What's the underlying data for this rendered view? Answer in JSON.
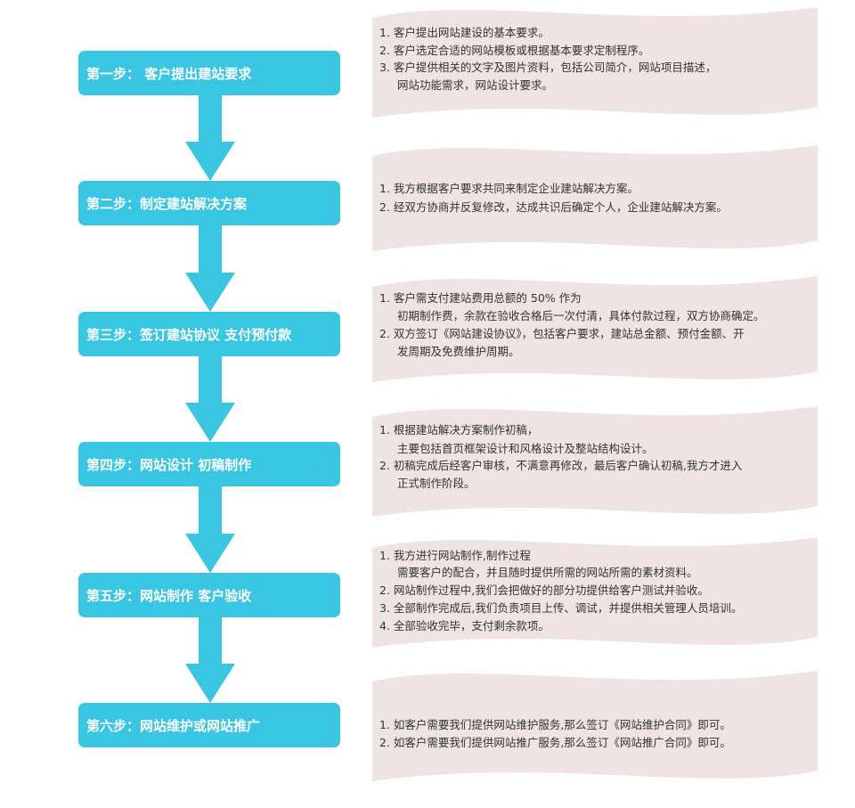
{
  "colors": {
    "step_fill": "#38c6e2",
    "arrow_fill": "#38c6e2",
    "panel_fill": "#efe3e3",
    "text": "#333333"
  },
  "steps": [
    {
      "label": "第一步： 客户提出建站要求",
      "lines": [
        "1. 客户提出网站建设的基本要求。",
        "2. 客户选定合适的网站模板或根据基本要求定制程序。",
        "3. 客户提供相关的文字及图片资料，包括公司简介，网站项目描述，",
        "网站功能需求，网站设计要求。"
      ]
    },
    {
      "label": "第二步：制定建站解决方案",
      "lines": [
        "1. 我方根据客户要求共同来制定企业建站解决方案。",
        "2. 经双方协商并反复修改，达成共识后确定个人，企业建站解决方案。"
      ]
    },
    {
      "label": "第三步：签订建站协议 支付预付款",
      "lines": [
        "1. 客户需支付建站费用总额的 50% 作为",
        "初期制作费，余款在验收合格后一次付清，具体付款过程，双方协商确定。",
        "2. 双方签订《网站建设协议》，包括客户要求，建站总金额、预付金额、开",
        "发周期及免费维护周期。"
      ]
    },
    {
      "label": "第四步：网站设计 初稿制作",
      "lines": [
        "1. 根据建站解决方案制作初稿，",
        "主要包括首页框架设计和风格设计及整站结构设计。",
        "2. 初稿完成后经客户审核，不满意再修改，最后客户确认初稿,我方才进入",
        "正式制作阶段。"
      ]
    },
    {
      "label": "第五步：网站制作 客户验收",
      "lines": [
        "1. 我方进行网站制作,制作过程",
        "需要客户的配合，并且随时提供所需的网站所需的素材资料。",
        "2. 网站制作过程中,我们会把做好的部分功提供给客户测试并验收。",
        "3. 全部制作完成后,我们负责项目上传、调试，并提供相关管理人员培训。",
        "4. 全部验收完毕，支付剩余款项。"
      ]
    },
    {
      "label": "第六步：网站维护或网站推广",
      "lines": [
        "1. 如客户需要我们提供网站维护服务,那么签订《网站维护合同》即可。",
        "2. 如客户需要我们提供网站推广服务,那么签订《网站推广合同》即可。"
      ]
    }
  ]
}
